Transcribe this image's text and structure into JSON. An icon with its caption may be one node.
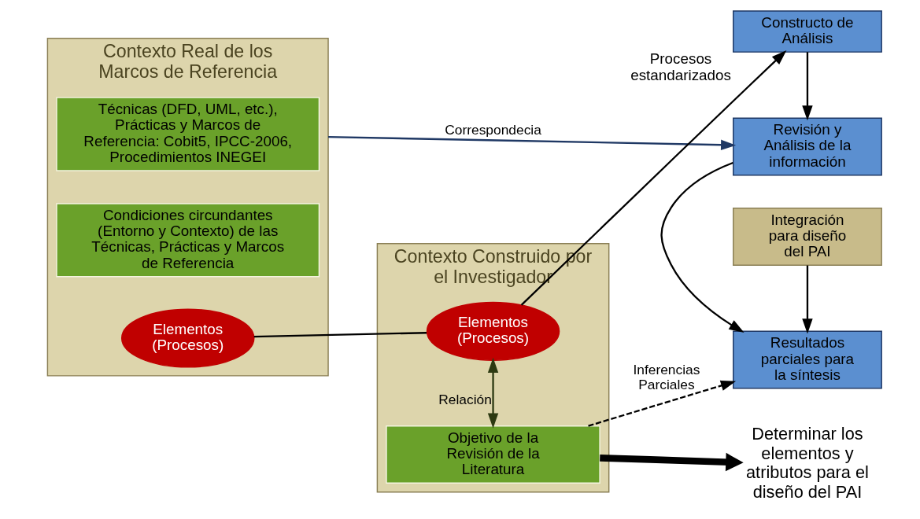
{
  "diagram": {
    "nodes": [
      {
        "text": [
          "Contexto Real de los Marcos de Referencia"
        ]
      },
      {
        "text": [
          "Técnicas (DFD, UML, etc.), Prácticas y Marcos de Referencia: Cobit5, IPCC-2006, Procedimientos INEGEI"
        ],
        "in": 0
      },
      {
        "text": [
          "Condiciones circundantes (Entorno y Contexto) de las Técnicas, Prácticas y Marcos de Referencia"
        ],
        "in": 0
      },
      {
        "text": [
          "Elementos (Procesos)"
        ],
        "in": 0
      },
      {
        "text": [
          "Contexto Construido por el Investigador"
        ]
      },
      {
        "text": [
          "Objetivo de la Revisión de la Literatura"
        ],
        "in": 4
      },
      {
        "text": [
          "Elementos (Procesos)"
        ],
        "in": 4
      },
      {
        "text": [
          "Determinar los elementos y atributos para el diseño del PAI"
        ]
      },
      {
        "text": [
          "Integración para diseño del PAI"
        ]
      },
      {
        "text": [
          "Resultados parciales para la síntesis"
        ]
      },
      {
        "text": [
          "Revisión y Análisis de la información"
        ]
      },
      {
        "text": [
          "Constructo de Análisis"
        ],
        "beside": [
          "Procesos estandarizados"
        ]
      }
    ],
    "edges": [
      {
        "from": 3,
        "to": 6,
        "arrow": "none"
      },
      {
        "from": 6,
        "to": 11,
        "arrow": "to"
      },
      {
        "from": 5,
        "to": 7,
        "arrow": "to",
        "style": "thick"
      },
      {
        "from": 5,
        "to": 6,
        "arrow": "both",
        "label": "Relación",
        "color": "#2d3a12"
      },
      {
        "from": 5,
        "to": 9,
        "arrow": "to",
        "style": "dashed",
        "label": "Inferencias Parciales"
      },
      {
        "from": 8,
        "to": 9,
        "arrow": "to"
      },
      {
        "from": 10,
        "to": 9,
        "arrow": "to"
      },
      {
        "from": 11,
        "to": 10,
        "arrow": "to"
      },
      {
        "from": 0,
        "to": 10,
        "arrow": "to",
        "label": "Correspondecia",
        "color": "#1f3864"
      }
    ]
  }
}
